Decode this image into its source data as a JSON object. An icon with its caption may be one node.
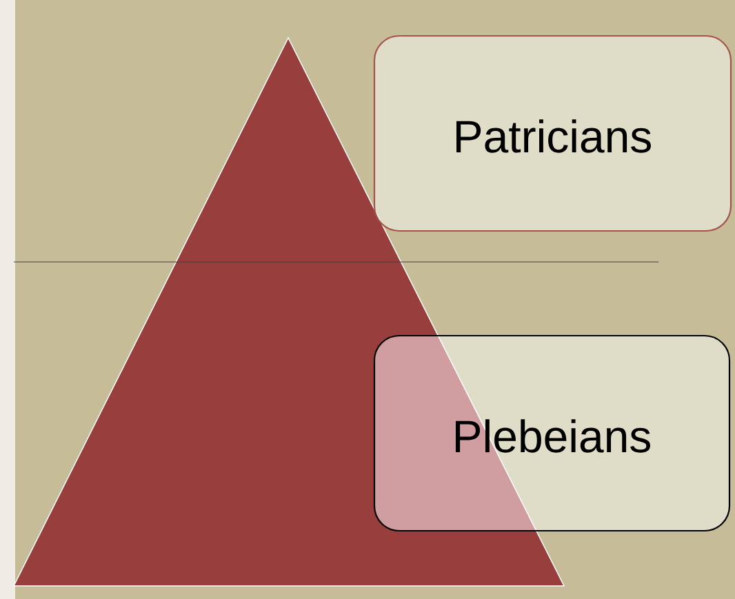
{
  "diagram": {
    "nodes": [
      {
        "text": [],
        "shape": "triangle"
      },
      {
        "text": [
          "Patricians"
        ]
      },
      {
        "text": [
          "Plebeians"
        ]
      }
    ]
  }
}
